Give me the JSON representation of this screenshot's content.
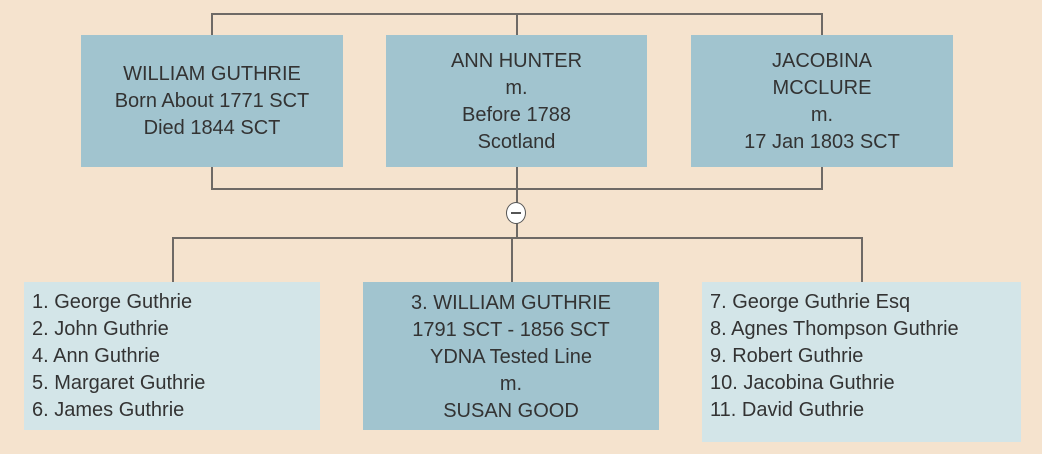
{
  "colors": {
    "background": "#F5E3CE",
    "parent_box": "#A1C4CF",
    "direct_line_box": "#A1C4CF",
    "sibling_box": "#D3E5E8",
    "connector": "#6E6A66",
    "text": "#333333"
  },
  "parents": [
    {
      "lines": [
        "WILLIAM GUTHRIE",
        "Born About 1771 SCT",
        "Died 1844 SCT"
      ]
    },
    {
      "lines": [
        "ANN HUNTER",
        "m.",
        "Before 1788",
        "Scotland"
      ]
    },
    {
      "lines": [
        "JACOBINA",
        "MCCLURE",
        "m.",
        "17 Jan 1803 SCT"
      ]
    }
  ],
  "collapse_toggle": {
    "icon": "minus-circle-icon",
    "state": "expanded"
  },
  "children": {
    "left_group": [
      "1. George Guthrie",
      "2. John Guthrie",
      "4. Ann Guthrie",
      "5. Margaret Guthrie",
      "6. James Guthrie"
    ],
    "direct_line": [
      "3. WILLIAM GUTHRIE",
      "1791 SCT - 1856 SCT",
      "YDNA Tested Line",
      "m.",
      "SUSAN GOOD"
    ],
    "right_group": [
      "7. George Guthrie Esq",
      "8. Agnes Thompson Guthrie",
      "9. Robert Guthrie",
      "10. Jacobina Guthrie",
      "11. David Guthrie"
    ]
  }
}
